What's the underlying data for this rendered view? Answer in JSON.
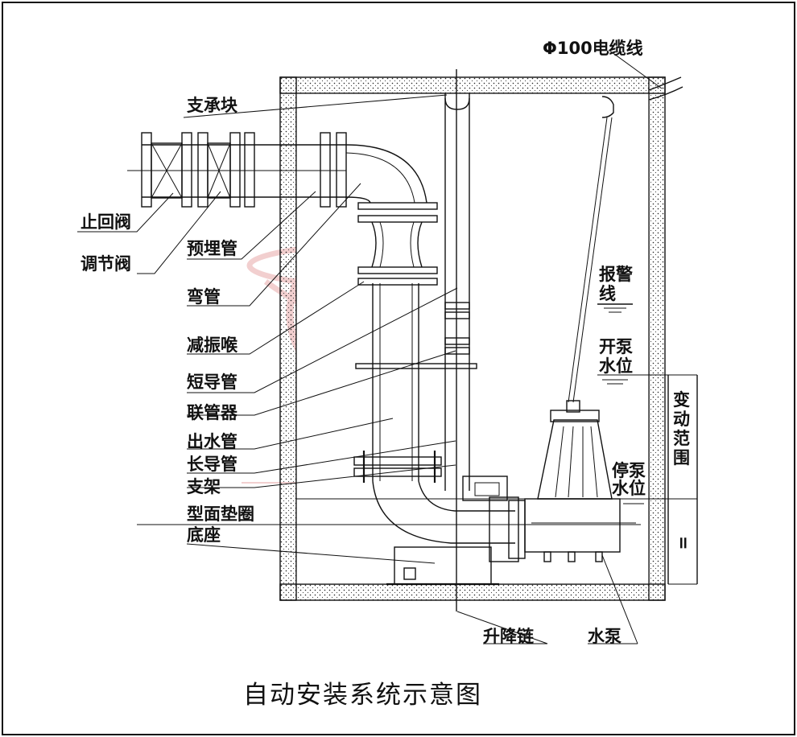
{
  "title": "自动安装系统示意图",
  "labels": {
    "cable": "Φ100电缆线",
    "support_block": "支承块",
    "check_valve": "止回阀",
    "embedded_pipe": "预埋管",
    "regulating_valve": "调节阀",
    "elbow": "弯管",
    "vibration_damper": "减振喉",
    "short_guide": "短导管",
    "coupler": "联管器",
    "outlet_pipe": "出水管",
    "long_guide": "长导管",
    "bracket": "支架",
    "profile_gasket": "型面垫圈",
    "base": "底座",
    "alarm_line_1": "报警",
    "alarm_line_2": "线",
    "start_level_1": "开泵",
    "start_level_2": "水位",
    "stop_level_1": "停泵",
    "stop_level_2": "水位",
    "range": "变动范围",
    "range_mark": "=",
    "lift_chain": "升降链",
    "pump": "水泵"
  },
  "colors": {
    "line": "#111111",
    "watermark": "#e8a8a8",
    "background": "#ffffff"
  }
}
